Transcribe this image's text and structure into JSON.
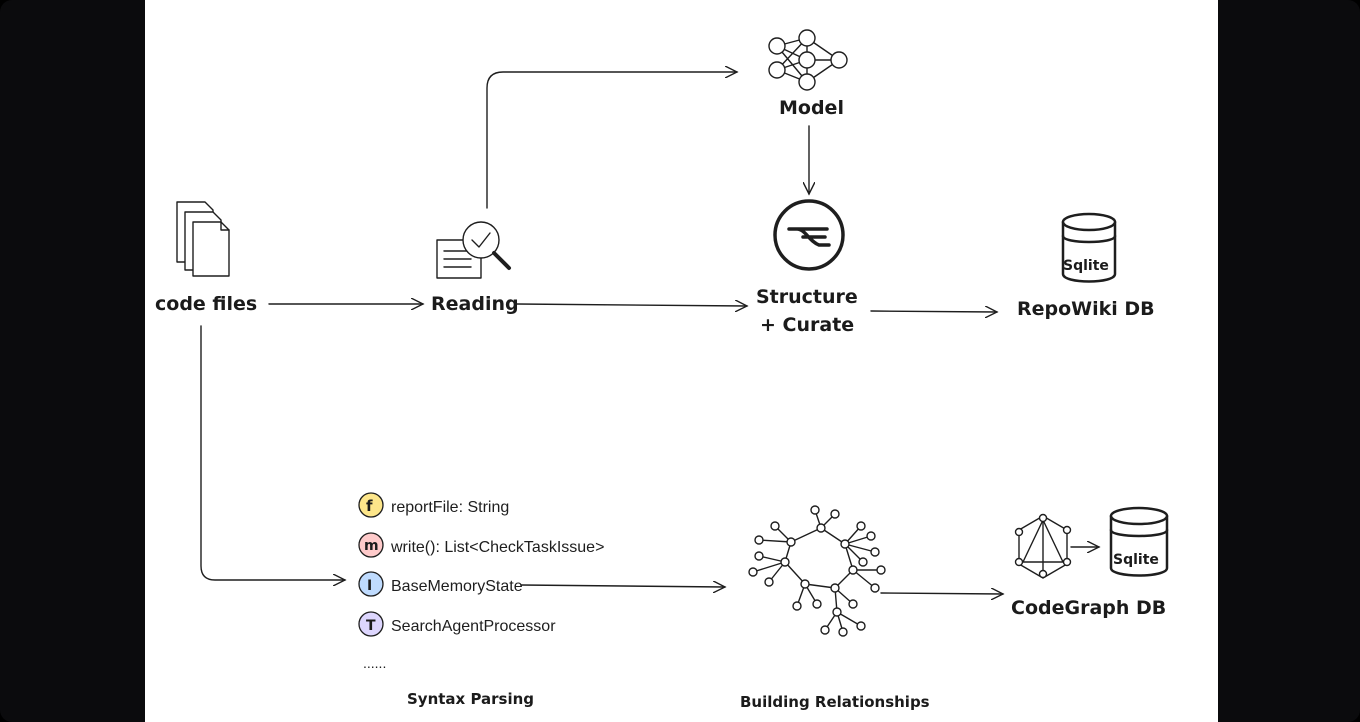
{
  "nodes": {
    "code_files": "code files",
    "reading": "Reading",
    "model": "Model",
    "structure_line1": "Structure",
    "structure_line2": "+ Curate",
    "repowiki_db": "RepoWiki DB",
    "codegraph_db": "CodeGraph DB",
    "sqlite_label": "Sqlite"
  },
  "syntax_items": [
    {
      "badge": "f",
      "text": "reportFile: String",
      "color": "#fde68a"
    },
    {
      "badge": "m",
      "text": "write(): List<CheckTaskIssue>",
      "color": "#fecaca"
    },
    {
      "badge": "I",
      "text": "BaseMemoryState",
      "color": "#bfdbfe"
    },
    {
      "badge": "T",
      "text": "SearchAgentProcessor",
      "color": "#ddd6fe"
    }
  ],
  "ellipsis": "......",
  "captions": {
    "syntax_parsing": "Syntax Parsing",
    "building_relationships": "Building Relationships"
  }
}
